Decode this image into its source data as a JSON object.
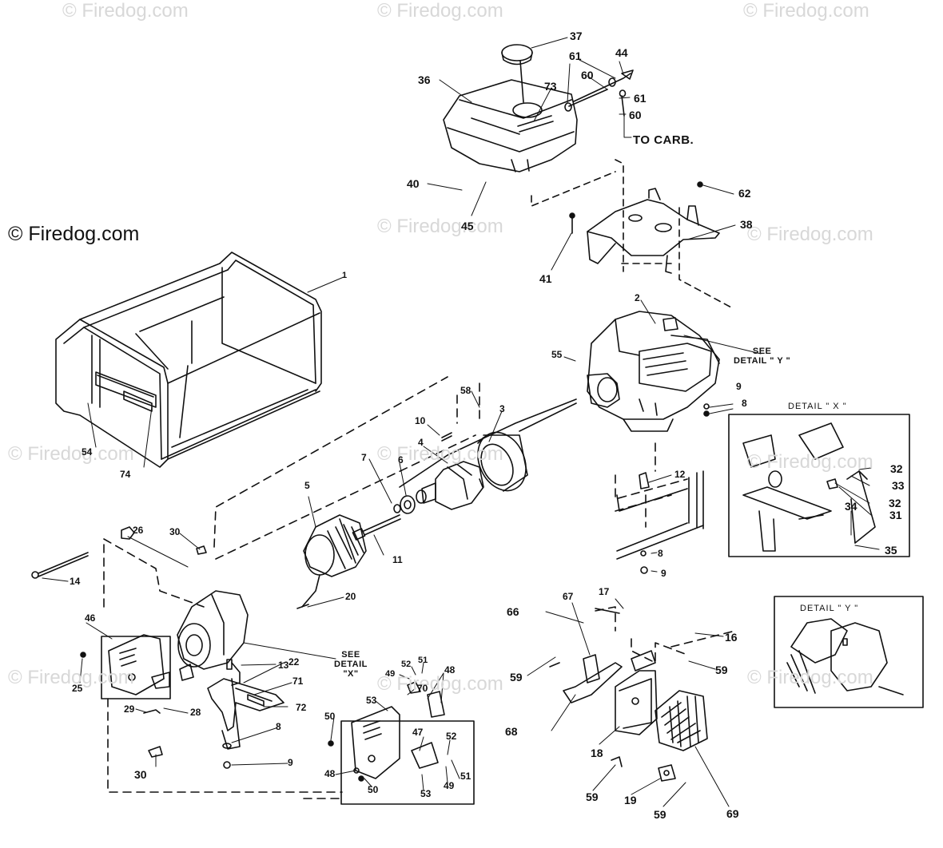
{
  "watermark": {
    "main": "© Firedog.com",
    "faint": "© Firedog.com"
  },
  "notes": {
    "to_carb": "TO CARB.",
    "see_detail_y": "SEE\nDETAIL \" Y \"",
    "see_detail_x": "SEE\nDETAIL\n\"X\""
  },
  "details": {
    "x_title": "DETAIL \" X \"",
    "y_title": "DETAIL \" Y \""
  },
  "callouts": {
    "c37": "37",
    "c44": "44",
    "c61a": "61",
    "c36": "36",
    "c60a": "60",
    "c73": "73",
    "c61b": "61",
    "c60b": "60",
    "c62": "62",
    "c40": "40",
    "c45": "45",
    "c38": "38",
    "c41": "41",
    "c1": "1",
    "c2": "2",
    "c55": "55",
    "c58": "58",
    "c3": "3",
    "c10": "10",
    "c4": "4",
    "c9a": "9",
    "c8a": "8",
    "c7": "7",
    "c6": "6",
    "c54": "54",
    "c74": "74",
    "c12": "12",
    "c32a": "32",
    "c33": "33",
    "c32b": "32",
    "c31": "31",
    "c34": "34",
    "c35": "35",
    "c5": "5",
    "c26": "26",
    "c30a": "30",
    "c11": "11",
    "c14": "14",
    "c8b": "8",
    "c9b": "9",
    "c20": "20",
    "c67": "67",
    "c17": "17",
    "c66": "66",
    "c16": "16",
    "c46": "46",
    "c22": "22",
    "c13": "13",
    "c59a": "59",
    "c59b": "59",
    "c25": "25",
    "c52a": "52",
    "c51a": "51",
    "c49a": "49",
    "c48a": "48",
    "c70": "70",
    "c71": "71",
    "c29": "29",
    "c28": "28",
    "c72": "72",
    "c53a": "53",
    "c50a": "50",
    "c68": "68",
    "c47": "47",
    "c52b": "52",
    "c8c": "8",
    "c18": "18",
    "c30b": "30",
    "c9c": "9",
    "c48b": "48",
    "c51b": "51",
    "c49b": "49",
    "c50b": "50",
    "c53b": "53",
    "c59c": "59",
    "c19": "19",
    "c59d": "59",
    "c69": "69"
  }
}
